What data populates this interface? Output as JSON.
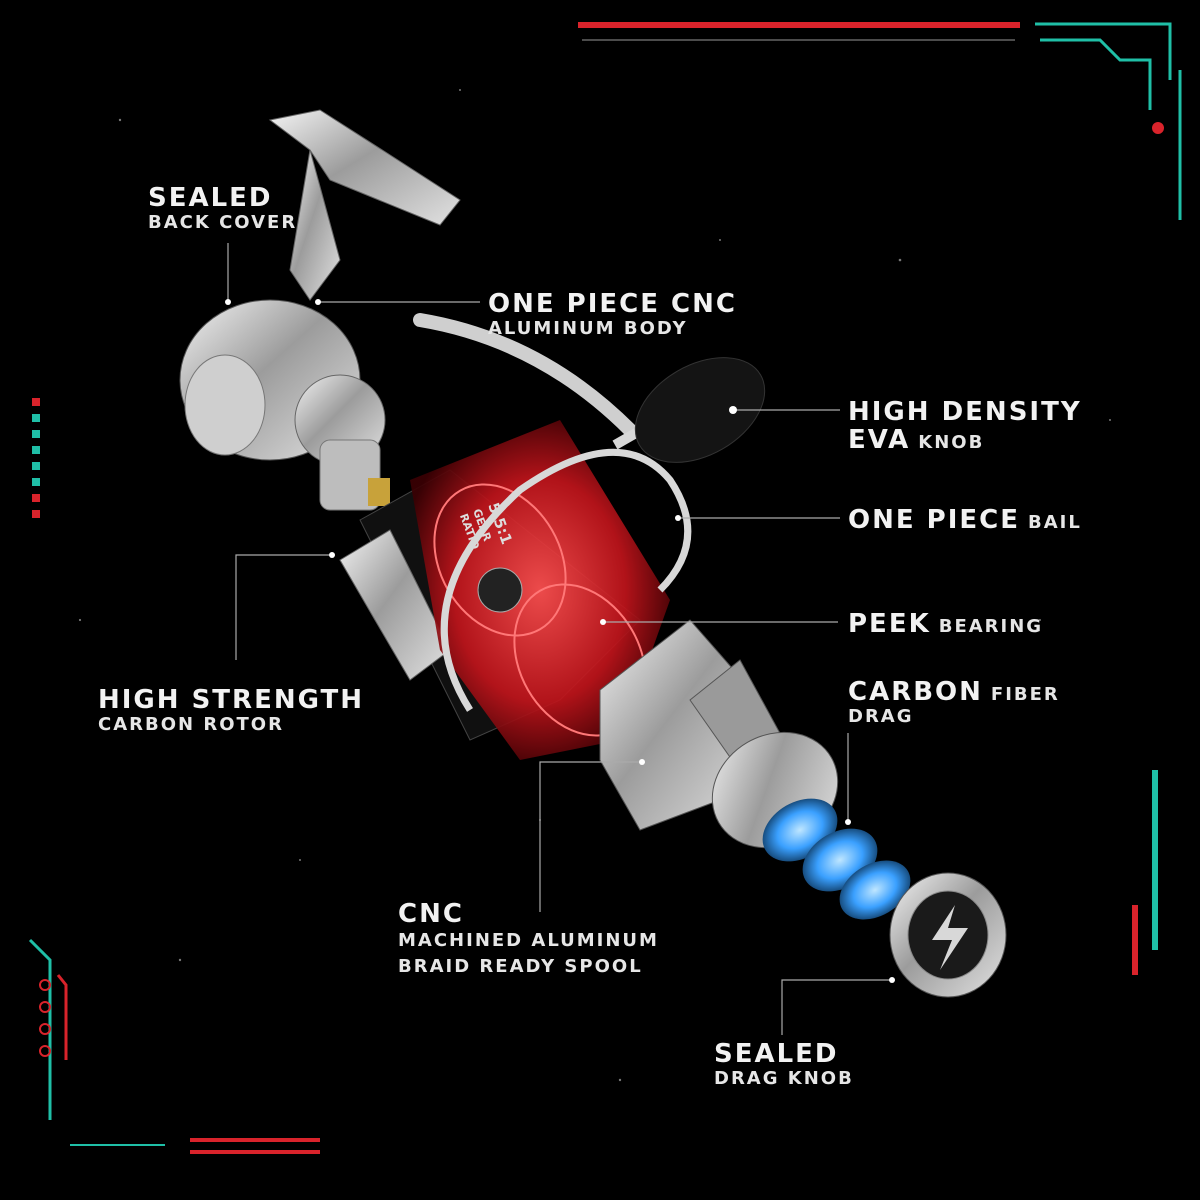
{
  "labels": {
    "back_cover": {
      "title": "SEALED",
      "sub": "BACK COVER"
    },
    "body": {
      "title": "ONE PIECE CNC",
      "sub": "ALUMINUM BODY"
    },
    "knob": {
      "title": "HIGH DENSITY",
      "sub_main": "EVA",
      "sub_small": "KNOB"
    },
    "bail": {
      "title": "ONE PIECE",
      "title_small": "BAIL"
    },
    "bearing": {
      "title": "PEEK",
      "title_small": "BEARING"
    },
    "drag": {
      "title": "CARBON",
      "title_small": "FIBER",
      "sub": "DRAG"
    },
    "rotor": {
      "title": "HIGH STRENGTH",
      "sub": "CARBON ROTOR"
    },
    "spool": {
      "title": "CNC",
      "sub1": "MACHINED ALUMINUM",
      "sub2": "BRAID READY SPOOL"
    },
    "drag_knob": {
      "title": "SEALED",
      "sub": "DRAG KNOB"
    }
  },
  "reel_text": {
    "ratio": "5.5:1",
    "gear": "GEAR",
    "ratio_word": "RATIO"
  },
  "colors": {
    "accent_red": "#d9232b",
    "accent_teal": "#1fbfa7",
    "glow_blue": "#3aa0ff",
    "line_gray": "#9a9a9a"
  }
}
